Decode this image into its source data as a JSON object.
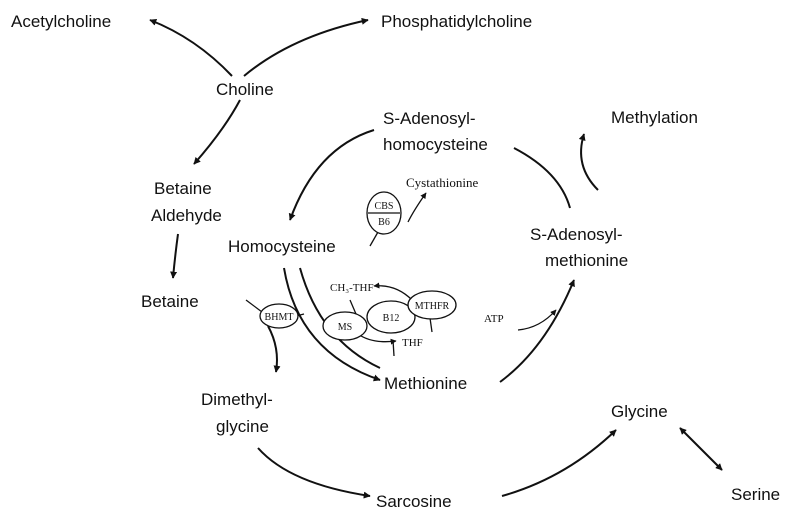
{
  "nodes": {
    "acetylcholine": "Acetylcholine",
    "phosphatidylcholine": "Phosphatidylcholine",
    "choline": "Choline",
    "sah_line1": "S-Adenosyl-",
    "sah_line2": "homocysteine",
    "methylation": "Methylation",
    "betaine_aldehyde_line1": "Betaine",
    "betaine_aldehyde_line2": "Aldehyde",
    "cystathionine": "Cystathionine",
    "homocysteine": "Homocysteine",
    "sam_line1": "S-Adenosyl-",
    "sam_line2": "methionine",
    "betaine": "Betaine",
    "ch3_thf": "CH₃-THF",
    "atp": "ATP",
    "thf": "THF",
    "methionine": "Methionine",
    "dmg_line1": "Dimethyl-",
    "dmg_line2": "glycine",
    "glycine": "Glycine",
    "sarcosine": "Sarcosine",
    "serine": "Serine"
  },
  "enzymes": {
    "cbs": "CBS",
    "b6": "B6",
    "bhmt": "BHMT",
    "ms": "MS",
    "b12": "B12",
    "mthfr": "MTHFR"
  }
}
